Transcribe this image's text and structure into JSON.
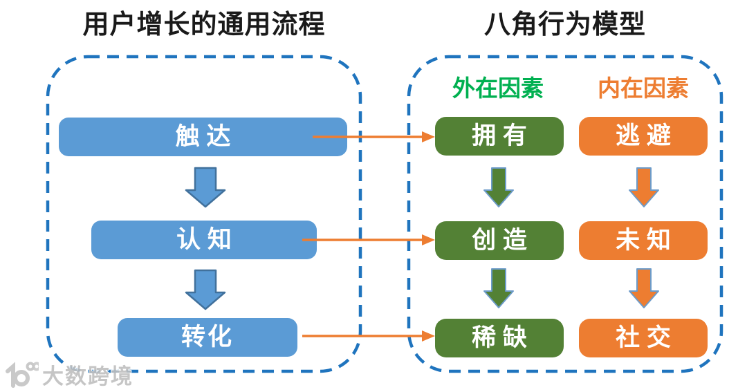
{
  "left_panel": {
    "title": "用户增长的通用流程",
    "steps": [
      "触 达",
      "认 知",
      "转化"
    ]
  },
  "right_panel": {
    "title": "八角行为模型",
    "external": {
      "header": "外在因素",
      "items": [
        "拥 有",
        "创 造",
        "稀 缺"
      ]
    },
    "internal": {
      "header": "内在因素",
      "items": [
        "逃 避",
        "未 知",
        "社 交"
      ]
    }
  },
  "watermark": {
    "text": "大数跨境"
  },
  "colors": {
    "flow_blue": "#5B9BD5",
    "flow_blue_outline": "#41719C",
    "external_green": "#538135",
    "internal_orange": "#ED7D31",
    "external_header_green": "#00B050",
    "internal_header_orange": "#ED7D31",
    "dashed_border_blue": "#1F74BE",
    "connector_orange": "#ED7D31",
    "right_arrow_outline": "#6C9BC9"
  }
}
